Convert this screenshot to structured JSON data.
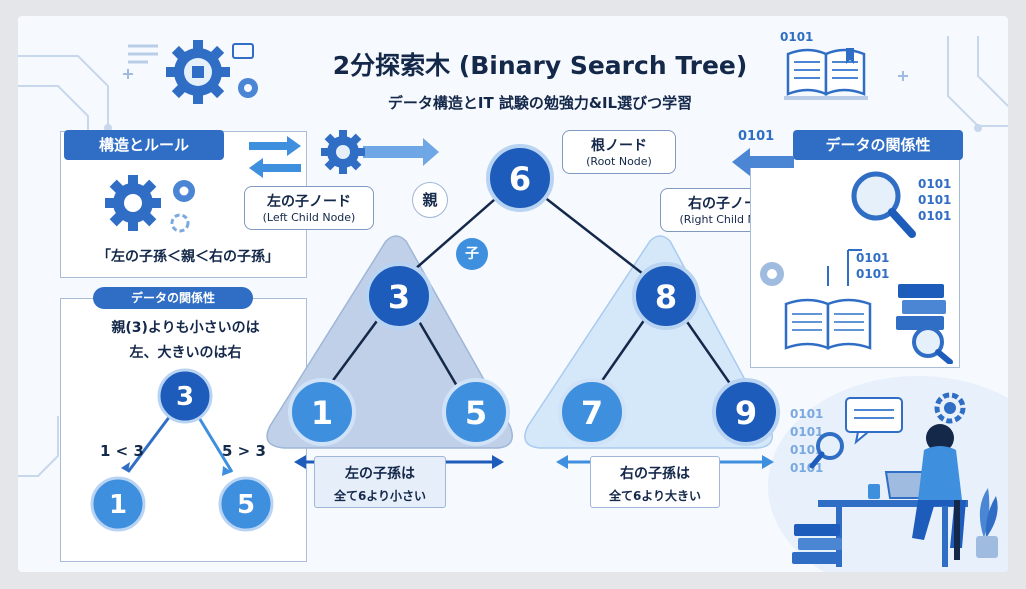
{
  "title": "2分探索木 (Binary Search Tree)",
  "subtitle": "データ構造とIT 試験の勉強力&IL選びつ学習",
  "tree": {
    "root": "6",
    "left": "3",
    "right": "8",
    "left_left": "1",
    "left_right": "5",
    "right_left": "7",
    "right_right": "9"
  },
  "labels": {
    "root_jp": "根ノード",
    "root_en": "(Root Node)",
    "left_child_jp": "左の子ノード",
    "left_child_en": "(Left Child Node)",
    "right_child_jp": "右の子ノード",
    "right_child_en": "(Right Child Node)",
    "parent_tag": "親",
    "child_tag": "子"
  },
  "rules_panel": {
    "header": "構造とルール",
    "rule": "「左の子孫＜親＜右の子孫」"
  },
  "relation_panel": {
    "header": "データの関係性",
    "line1": "親(3)よりも小さいのは",
    "line2": "左、大きいのは右",
    "node_parent": "3",
    "node_left": "1",
    "node_right": "5",
    "cmp_left": "1 < 3",
    "cmp_right": "5 > 3"
  },
  "right_panel": {
    "header": "データの関係性"
  },
  "captions": {
    "left_line1": "左の子孫は",
    "left_line2": "全て6より小さい",
    "right_line1": "右の子孫は",
    "right_line2": "全て6より大きい"
  },
  "binary_text": "0101",
  "colors": {
    "node_dark": "#1d5cba",
    "node_light": "#3f8fdf",
    "accent": "#2f6ec4",
    "text": "#14284a"
  }
}
